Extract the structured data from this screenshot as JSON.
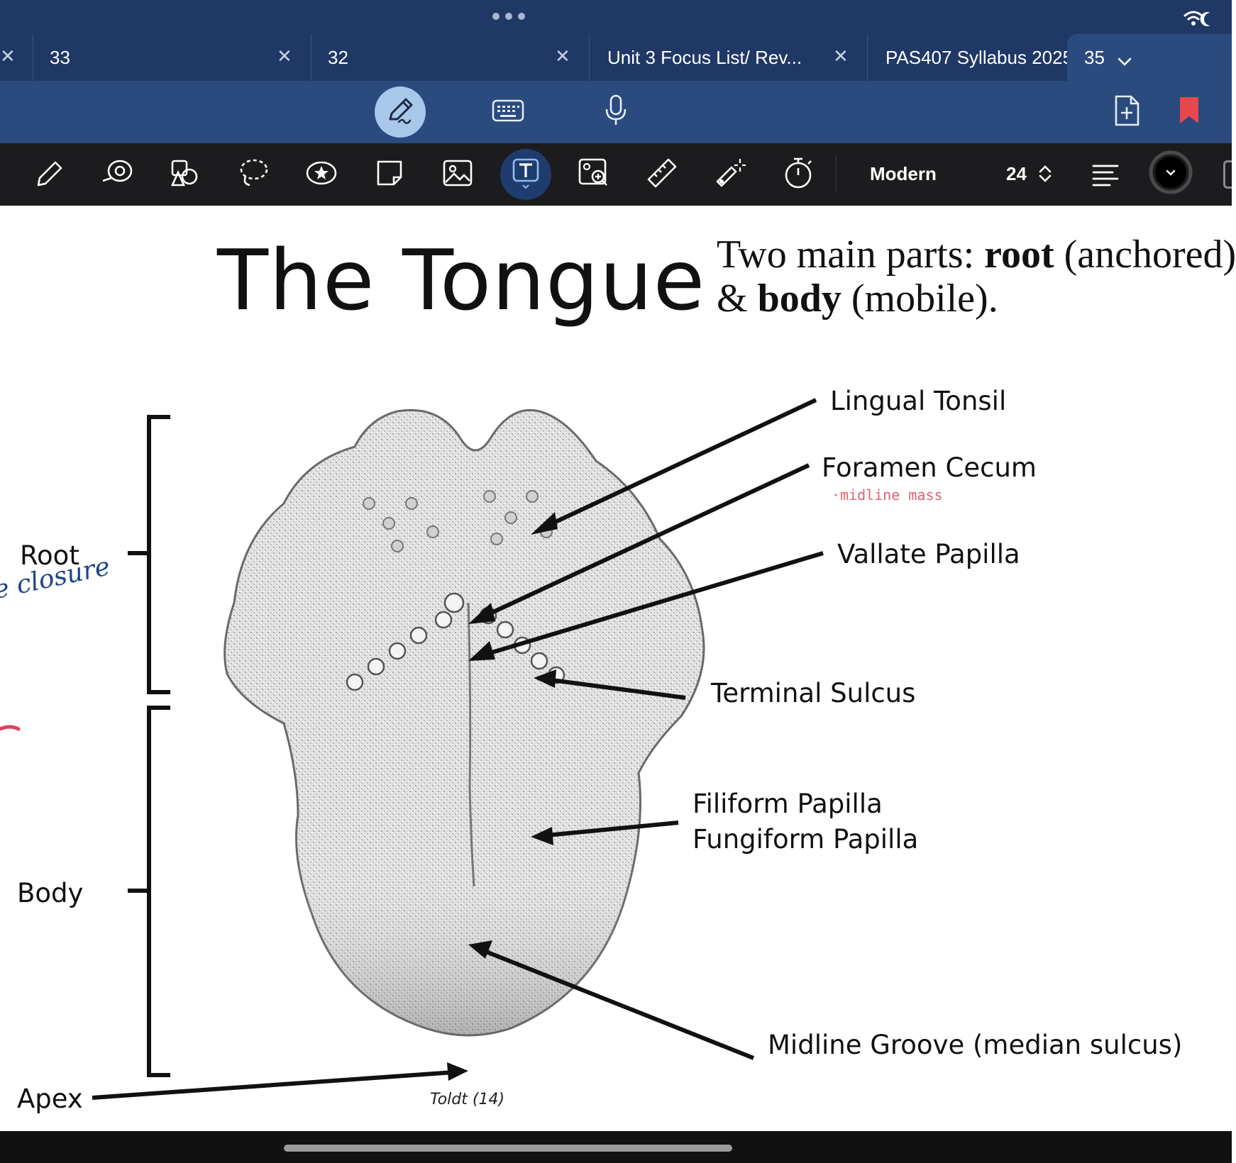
{
  "tabs": [
    {
      "label": "33"
    },
    {
      "label": "32"
    },
    {
      "label": "Unit 3 Focus List/ Rev..."
    },
    {
      "label": "PAS407 Syllabus 2025"
    },
    {
      "label": "35"
    }
  ],
  "input_bar": {
    "tools": [
      "pen-mode",
      "keyboard",
      "microphone"
    ],
    "right": [
      "add-page",
      "bookmark"
    ]
  },
  "toolbar": {
    "tools": [
      "pen",
      "highlighter-eraser",
      "shapes",
      "lasso",
      "sticker",
      "sticky-note",
      "image",
      "text-box",
      "camera-scan",
      "ruler",
      "laser-pointer",
      "timer"
    ],
    "selected_tool": "text-box",
    "font_name": "Modern",
    "font_size": "24",
    "accent": "#1f3c6e"
  },
  "slide": {
    "title": "The Tongue",
    "subtitle_line1_pre": "Two main parts: ",
    "subtitle_root": "root",
    "subtitle_line1_post": " (anchored)",
    "subtitle_line2_pre": "& ",
    "subtitle_body": "body",
    "subtitle_line2_post": " (mobile).",
    "left_labels": {
      "root": "Root",
      "body": "Body",
      "apex": "Apex"
    },
    "right_labels": {
      "lingual_tonsil": "Lingual Tonsil",
      "foramen_cecum": "Foramen Cecum",
      "vallate": "Vallate Papilla",
      "terminal_sulcus": "Terminal Sulcus",
      "filiform": "Filiform Papilla",
      "fungiform": "Fungiform Papilla",
      "midline_groove": "Midline Groove (median sulcus)"
    },
    "credit": "Toldt (14)",
    "handwriting": {
      "blue_note": "e closure",
      "pink_note": "·midline mass"
    }
  }
}
